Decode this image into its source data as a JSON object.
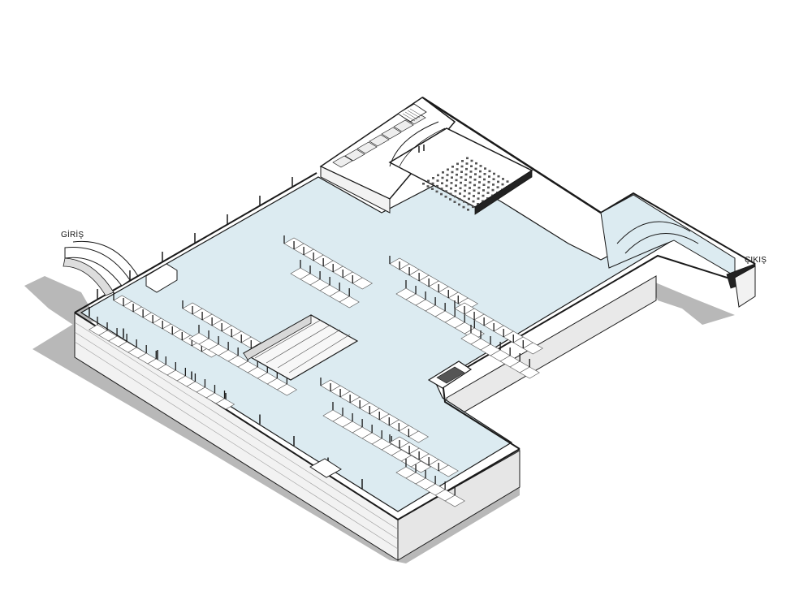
{
  "labels": {
    "entrance": "GİRİŞ",
    "exit": "ÇIKIŞ"
  },
  "colors": {
    "background": "#ffffff",
    "shadow": "#b8b8b8",
    "floor": "#dcebf1",
    "wall_top": "#ffffff",
    "wall_side": "#f2f2f2",
    "wall_dark": "#d0d0d0",
    "line": "#1a1a1a",
    "seat": "#555555"
  },
  "elements": {
    "entrance_ramp": "curved-ramp",
    "exit_ramp": "curved-ramp",
    "parking_stalls": "stall-grid",
    "auditorium": "seating-block",
    "central_void": "light-well",
    "stair_core": "stair"
  }
}
